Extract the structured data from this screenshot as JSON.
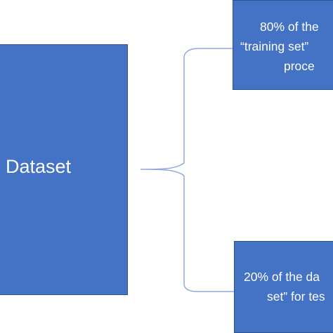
{
  "diagram": {
    "dataset_label": "Dataset",
    "training_box": {
      "line1": "80% of the",
      "line2": "“training set”",
      "line3": "proce"
    },
    "test_box": {
      "line1": "20% of the da",
      "line2": "set” for tes"
    }
  },
  "colors": {
    "box_fill": "#4472c4",
    "box_border": "#2f528f",
    "text": "#ffffff",
    "connector": "#8faadc"
  }
}
